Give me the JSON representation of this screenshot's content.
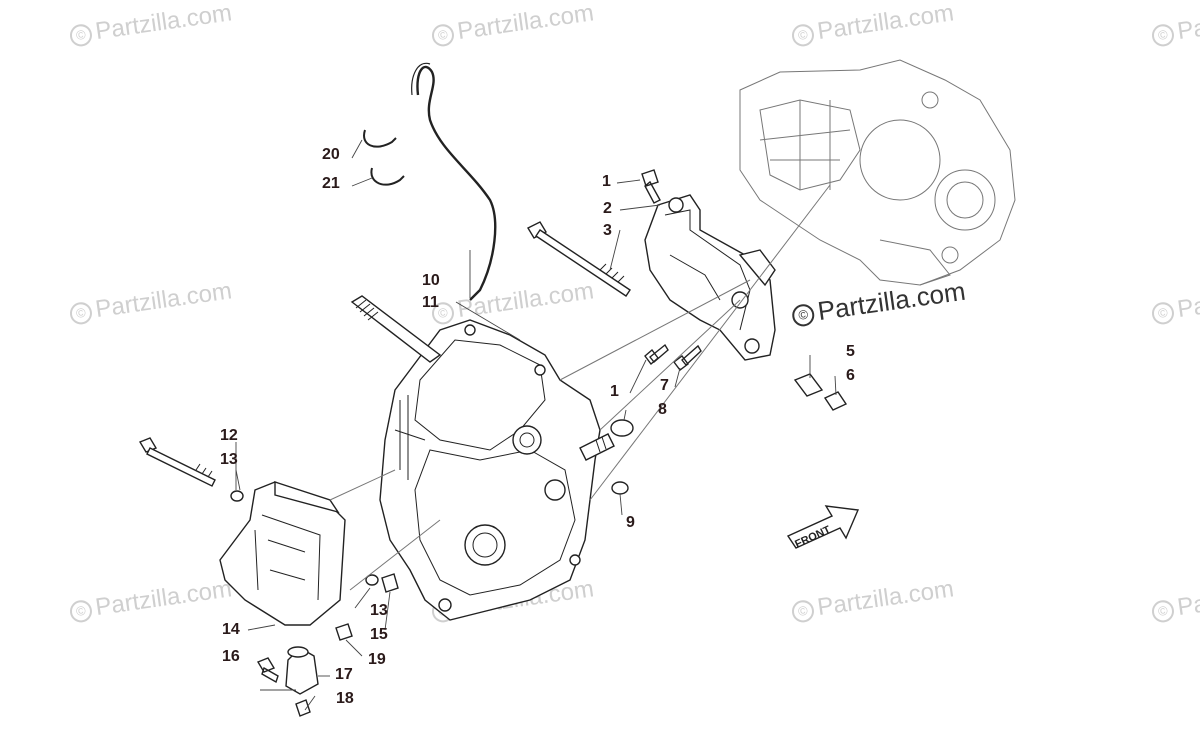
{
  "watermark": {
    "text": "Partzilla.com",
    "symbol": "©"
  },
  "callouts": [
    {
      "id": "1a",
      "label": "1"
    },
    {
      "id": "2",
      "label": "2"
    },
    {
      "id": "3",
      "label": "3"
    },
    {
      "id": "1b",
      "label": "1"
    },
    {
      "id": "5",
      "label": "5"
    },
    {
      "id": "6",
      "label": "6"
    },
    {
      "id": "7",
      "label": "7"
    },
    {
      "id": "8",
      "label": "8"
    },
    {
      "id": "9",
      "label": "9"
    },
    {
      "id": "10",
      "label": "10"
    },
    {
      "id": "11",
      "label": "11"
    },
    {
      "id": "12",
      "label": "12"
    },
    {
      "id": "13a",
      "label": "13"
    },
    {
      "id": "13b",
      "label": "13"
    },
    {
      "id": "14",
      "label": "14"
    },
    {
      "id": "15",
      "label": "15"
    },
    {
      "id": "16",
      "label": "16"
    },
    {
      "id": "17",
      "label": "17"
    },
    {
      "id": "18",
      "label": "18"
    },
    {
      "id": "19",
      "label": "19"
    },
    {
      "id": "20",
      "label": "20"
    },
    {
      "id": "21",
      "label": "21"
    }
  ],
  "front_arrow": {
    "label": "FRONT"
  },
  "colors": {
    "callout": "#2a1a1a",
    "lines": "#222222",
    "watermark": "#cfcfcf"
  }
}
